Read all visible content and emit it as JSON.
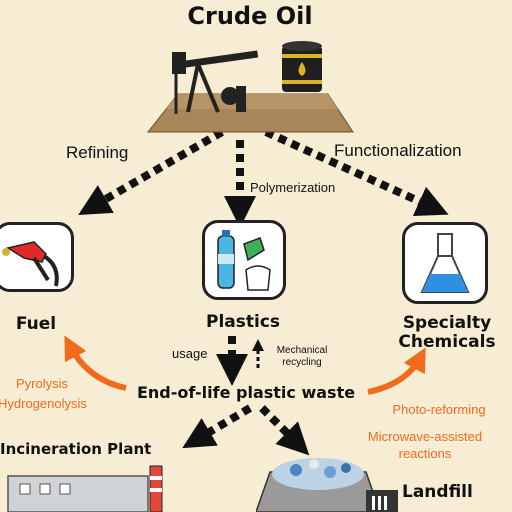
{
  "nodes": {
    "crude_oil": "Crude Oil",
    "fuel": "Fuel",
    "plastics": "Plastics",
    "specialty_chemicals_line1": "Specialty",
    "specialty_chemicals_line2": "Chemicals",
    "eol_waste": "End-of-life plastic waste",
    "incineration": "Incineration Plant",
    "landfill": "Landfill"
  },
  "edges": {
    "refining": "Refining",
    "polymerization": "Polymerization",
    "functionalization": "Functionalization",
    "usage": "usage",
    "mechanical_line1": "Mechanical",
    "mechanical_line2": "recycling"
  },
  "processes": {
    "pyrolysis": "Pyrolysis",
    "hydrogenolysis": "Hydrogenolysis",
    "photo_reforming": "Photo-reforming",
    "microwave_line1": "Microwave-assisted",
    "microwave_line2": "reactions"
  },
  "colors": {
    "accent": "#f26b1d",
    "background": "#f7ecd4",
    "flask_liquid": "#2f8fe0"
  }
}
